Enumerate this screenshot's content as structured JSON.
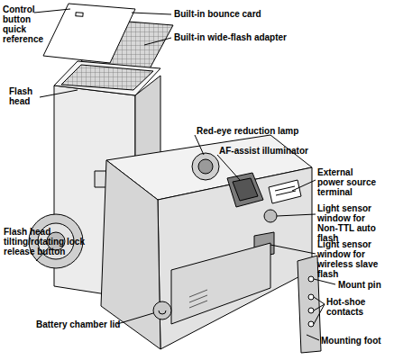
{
  "diagram": {
    "labels": [
      "Control button quick reference",
      "Built-in bounce card",
      "Built-in wide-flash adapter",
      "Flash head",
      "Red-eye reduction lamp",
      "AF-assist illuminator",
      "External power source terminal",
      "Light sensor window for Non-TTL auto flash",
      "Light sensor window for wireless slave flash",
      "Mount pin",
      "Hot-shoe contacts",
      "Mounting foot",
      "Flash head tilting/rotating lock release button",
      "Battery chamber lid"
    ]
  }
}
